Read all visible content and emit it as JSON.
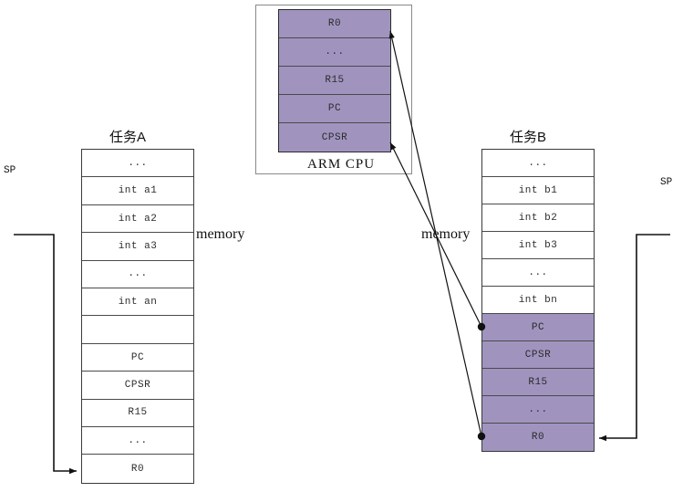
{
  "diagram": {
    "title_left": "任务A",
    "title_right": "任务B",
    "cpu_caption": "ARM CPU",
    "memory_label_left": "memory",
    "memory_label_right": "memory",
    "sp_label_left": "SP",
    "sp_label_right": "SP"
  },
  "cpu": {
    "registers": [
      {
        "label": "R0",
        "fill": "purple"
      },
      {
        "label": "...",
        "fill": "purple"
      },
      {
        "label": "R15",
        "fill": "purple"
      },
      {
        "label": "PC",
        "fill": "purple"
      },
      {
        "label": "CPSR",
        "fill": "purple"
      }
    ]
  },
  "task_a": {
    "rows": [
      {
        "label": "...",
        "fill": "white"
      },
      {
        "label": "int a1",
        "fill": "white"
      },
      {
        "label": "int a2",
        "fill": "white"
      },
      {
        "label": "int a3",
        "fill": "white"
      },
      {
        "label": "...",
        "fill": "white"
      },
      {
        "label": "int an",
        "fill": "white"
      },
      {
        "label": "",
        "fill": "white"
      },
      {
        "label": "PC",
        "fill": "white"
      },
      {
        "label": "CPSR",
        "fill": "white"
      },
      {
        "label": "R15",
        "fill": "white"
      },
      {
        "label": "...",
        "fill": "white"
      },
      {
        "label": "R0",
        "fill": "white"
      }
    ]
  },
  "task_b": {
    "rows": [
      {
        "label": "...",
        "fill": "white"
      },
      {
        "label": "int b1",
        "fill": "white"
      },
      {
        "label": "int b2",
        "fill": "white"
      },
      {
        "label": "int b3",
        "fill": "white"
      },
      {
        "label": "...",
        "fill": "white"
      },
      {
        "label": "int bn",
        "fill": "white"
      },
      {
        "label": "PC",
        "fill": "purple"
      },
      {
        "label": "CPSR",
        "fill": "purple"
      },
      {
        "label": "R15",
        "fill": "purple"
      },
      {
        "label": "...",
        "fill": "purple"
      },
      {
        "label": "R0",
        "fill": "purple"
      }
    ]
  },
  "colors": {
    "register_fill": "#a094bf",
    "line": "#2b2b2b",
    "frame": "#8a8a8a"
  }
}
